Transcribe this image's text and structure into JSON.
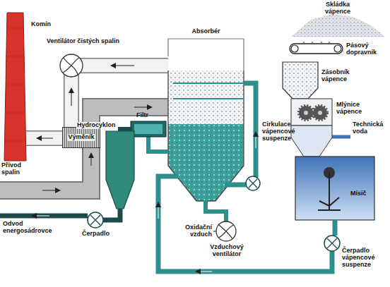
{
  "diagram": {
    "nodes": [
      {
        "text": [
          "Absorbér"
        ]
      },
      {
        "text": [
          "Výměník"
        ]
      },
      {
        "text": [
          "Filtr"
        ]
      },
      {
        "text": [
          "Hydrocyklon"
        ]
      },
      {
        "text": [
          "Mísič"
        ]
      }
    ],
    "labels": [
      "Komín",
      "Ventilátor čistých spalin",
      "Skládka vápence",
      "Pásový dopravník",
      "Zásobník vápence",
      "Mlýnice vápence",
      "Technická voda",
      "Přívod spalin",
      "Odvod energosádrovce",
      "Čerpadlo",
      "Cirkulace vápencové suspenze",
      "Oxidační vzduch",
      "Vzduchový ventilátor",
      "Čerpadlo vápencové suspenze"
    ]
  }
}
